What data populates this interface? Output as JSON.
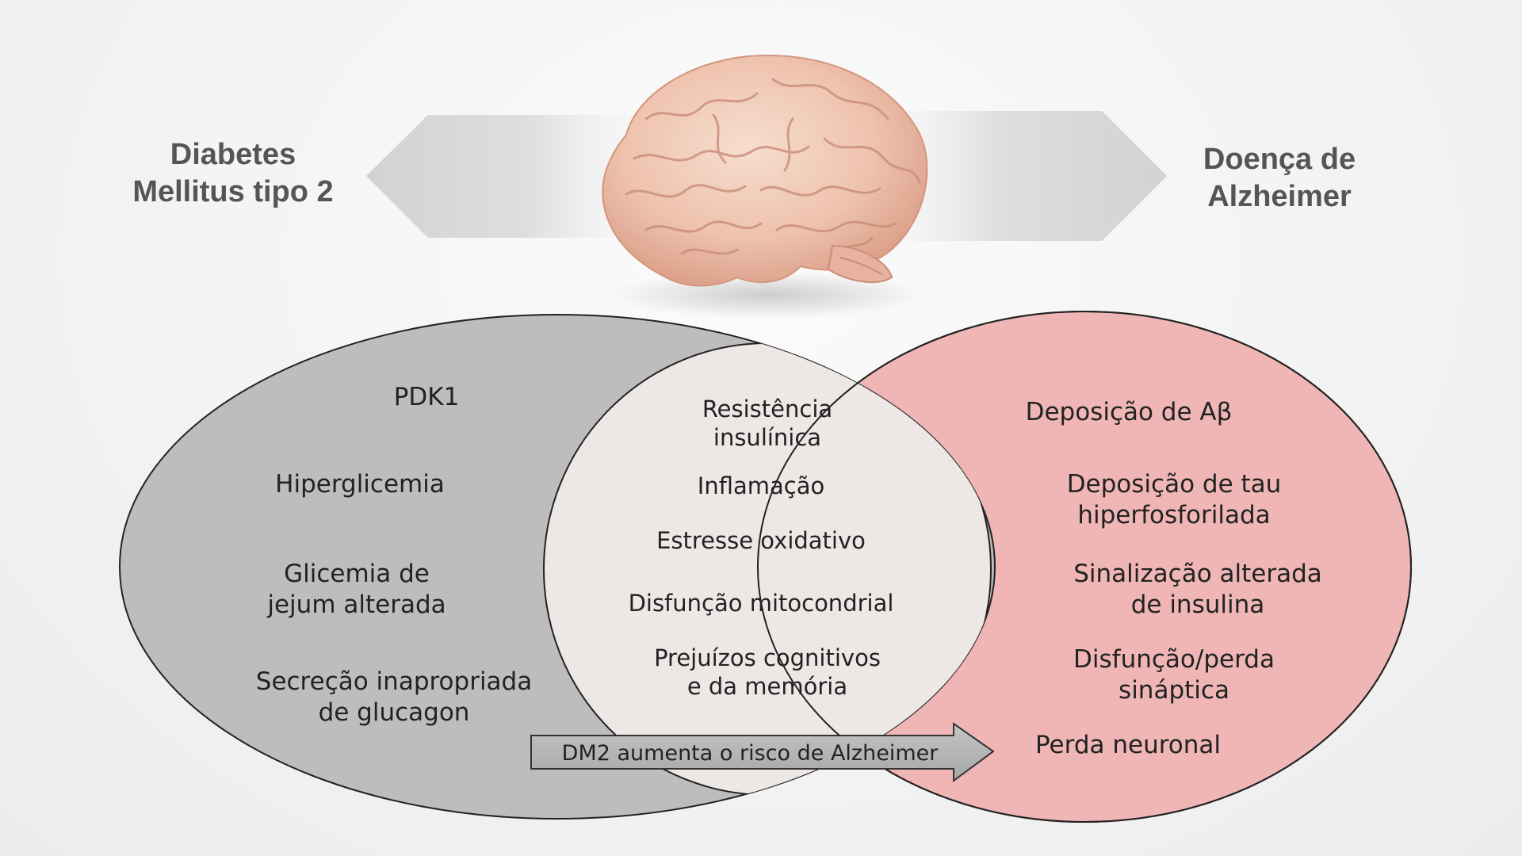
{
  "headers": {
    "left_line1": "Diabetes",
    "left_line2": "Mellitus tipo 2",
    "right_line1": "Doença de",
    "right_line2": "Alzheimer"
  },
  "left_set": {
    "items": [
      "PDK1",
      "Hiperglicemia",
      "Glicemia de",
      "jejum alterada",
      "Secreção inapropriada",
      "de glucagon"
    ]
  },
  "intersection": {
    "items": [
      "Resistência",
      "insulínica",
      "Inflamação",
      "Estresse oxidativo",
      "Disfunção mitocondrial",
      "Prejuízos cognitivos",
      "e da memória"
    ]
  },
  "right_set": {
    "items": [
      "Deposição de Aβ",
      "Deposição de tau",
      "hiperfosforilada",
      "Sinalização alterada",
      "de insulina",
      "Disfunção/perda",
      "sináptica",
      "Perda neuronal"
    ]
  },
  "arrow": {
    "label": "DM2 aumenta o risco de Alzheimer"
  },
  "colors": {
    "left_ellipse": "#bdbdbd",
    "right_ellipse": "#f0b6b6",
    "intersection": "#ede7e6",
    "arrow_fill": "#b3b3b3"
  },
  "icons": {
    "center_illustration": "brain-icon"
  }
}
